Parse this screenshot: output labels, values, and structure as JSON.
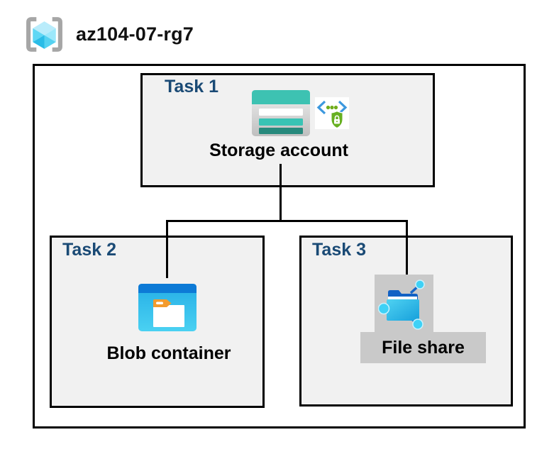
{
  "header": {
    "resource_group_name": "az104-07-rg7",
    "icon": "resource-group-icon"
  },
  "diagram": {
    "tasks": [
      {
        "label": "Task 1",
        "item": "Storage account",
        "icons": [
          "storage-account-icon",
          "sas-security-icon"
        ]
      },
      {
        "label": "Task 2",
        "item": "Blob container",
        "icons": [
          "blob-container-icon"
        ]
      },
      {
        "label": "Task 3",
        "item": "File share",
        "icons": [
          "file-share-icon"
        ],
        "highlighted": true
      }
    ],
    "connections": [
      {
        "from": "Storage account",
        "to": "Blob container"
      },
      {
        "from": "Storage account",
        "to": "File share"
      }
    ],
    "colors": {
      "task_label_navy": "#1a4a75",
      "box_fill_gray": "#f1f1f1",
      "highlight_gray": "#c9c9c9",
      "border_black": "#000000",
      "storage_teal": "#3dc2b2",
      "storage_teal_dark": "#26897c",
      "blob_bar_blue": "#0d7ad6",
      "blob_body_cyan": "#2fb9ec",
      "sas_green": "#67b021",
      "sas_chevron_blue": "#3c98de",
      "rg_cube_cyan": "#55d2f1",
      "rg_bracket_gray": "#a6a6a6"
    }
  }
}
